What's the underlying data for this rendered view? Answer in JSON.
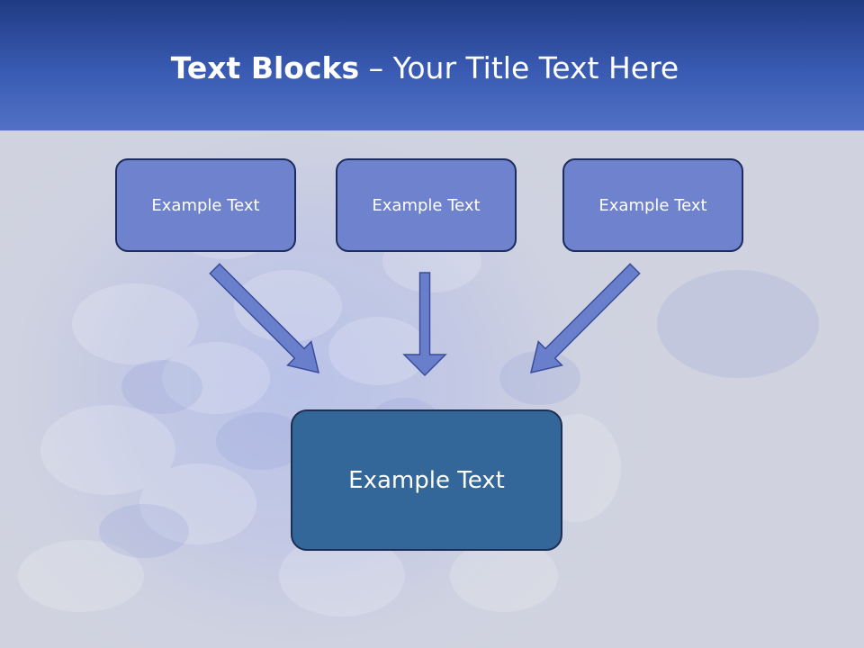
{
  "slide": {
    "title_bold": "Text Blocks",
    "title_rest": " – Your Title Text Here"
  },
  "boxes": {
    "top_left": "Example Text",
    "top_middle": "Example Text",
    "top_right": "Example Text",
    "bottom": "Example Text"
  },
  "colors": {
    "header": "#3a5bb3",
    "top_box": "#6e82cd",
    "bottom_box": "#336699",
    "arrow": "#6a7fcc"
  }
}
